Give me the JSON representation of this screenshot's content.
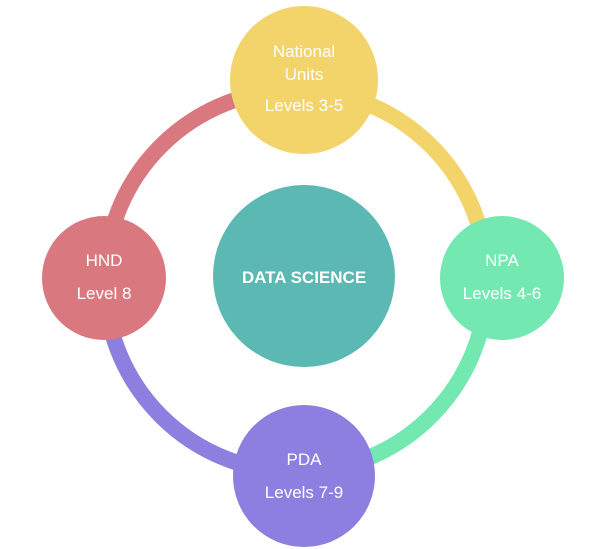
{
  "center": {
    "label": "DATA SCIENCE",
    "color": "#5cb8b2"
  },
  "nodes": {
    "top": {
      "line1": "National",
      "line2": "Units",
      "line3": "Levels 3-5",
      "color": "#f2d46b"
    },
    "right": {
      "line1": "NPA",
      "line2": "Levels 4-6",
      "color": "#74e8b1"
    },
    "bottom": {
      "line1": "PDA",
      "line2": "Levels 7-9",
      "color": "#8c7fe0"
    },
    "left": {
      "line1": "HND",
      "line2": "Level 8",
      "color": "#d9797f"
    }
  }
}
